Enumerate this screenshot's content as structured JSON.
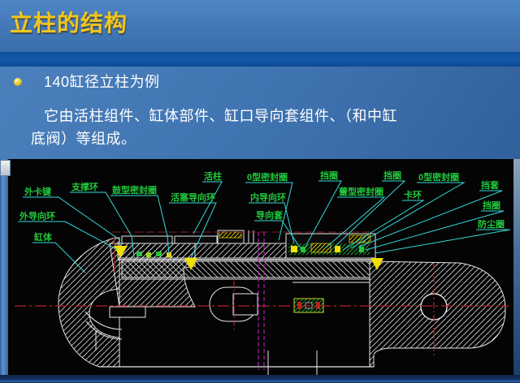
{
  "slide": {
    "title": "立柱的结构",
    "bullet": {
      "heading": "140缸径立柱为例",
      "body_line1": "它由活柱组件、缸体部件、缸口导向套组件、（和中缸",
      "body_line2": "底阀）等组成。"
    },
    "colors": {
      "title_yellow": "#f2c61d",
      "body_text": "#ffffff",
      "slide_blue": "#3f73b0",
      "divider_blue": "#1259a8",
      "cad_background": "#040404",
      "label_green": "#22c93e",
      "leader_cyan": "#35d8d8",
      "outline_white": "#e6e6e6",
      "centerline_red": "#b52222",
      "phantom_magenta": "#b020b0",
      "seal_yellow": "#f0e000"
    }
  },
  "cad": {
    "labels": [
      {
        "text": "外卡键"
      },
      {
        "text": "支撑环"
      },
      {
        "text": "鼓型密封圈"
      },
      {
        "text": "活塞导向环"
      },
      {
        "text": "活柱"
      },
      {
        "text": "0型密封圈"
      },
      {
        "text": "内导向环"
      },
      {
        "text": "导向套"
      },
      {
        "text": "挡圈"
      },
      {
        "text": "蕾型密封圈"
      },
      {
        "text": "挡圈"
      },
      {
        "text": "卡环"
      },
      {
        "text": "0型密封圈"
      },
      {
        "text": "挡套"
      },
      {
        "text": "挡圈"
      },
      {
        "text": "防尘圈"
      },
      {
        "text": "外导向环"
      },
      {
        "text": "缸体"
      }
    ]
  }
}
